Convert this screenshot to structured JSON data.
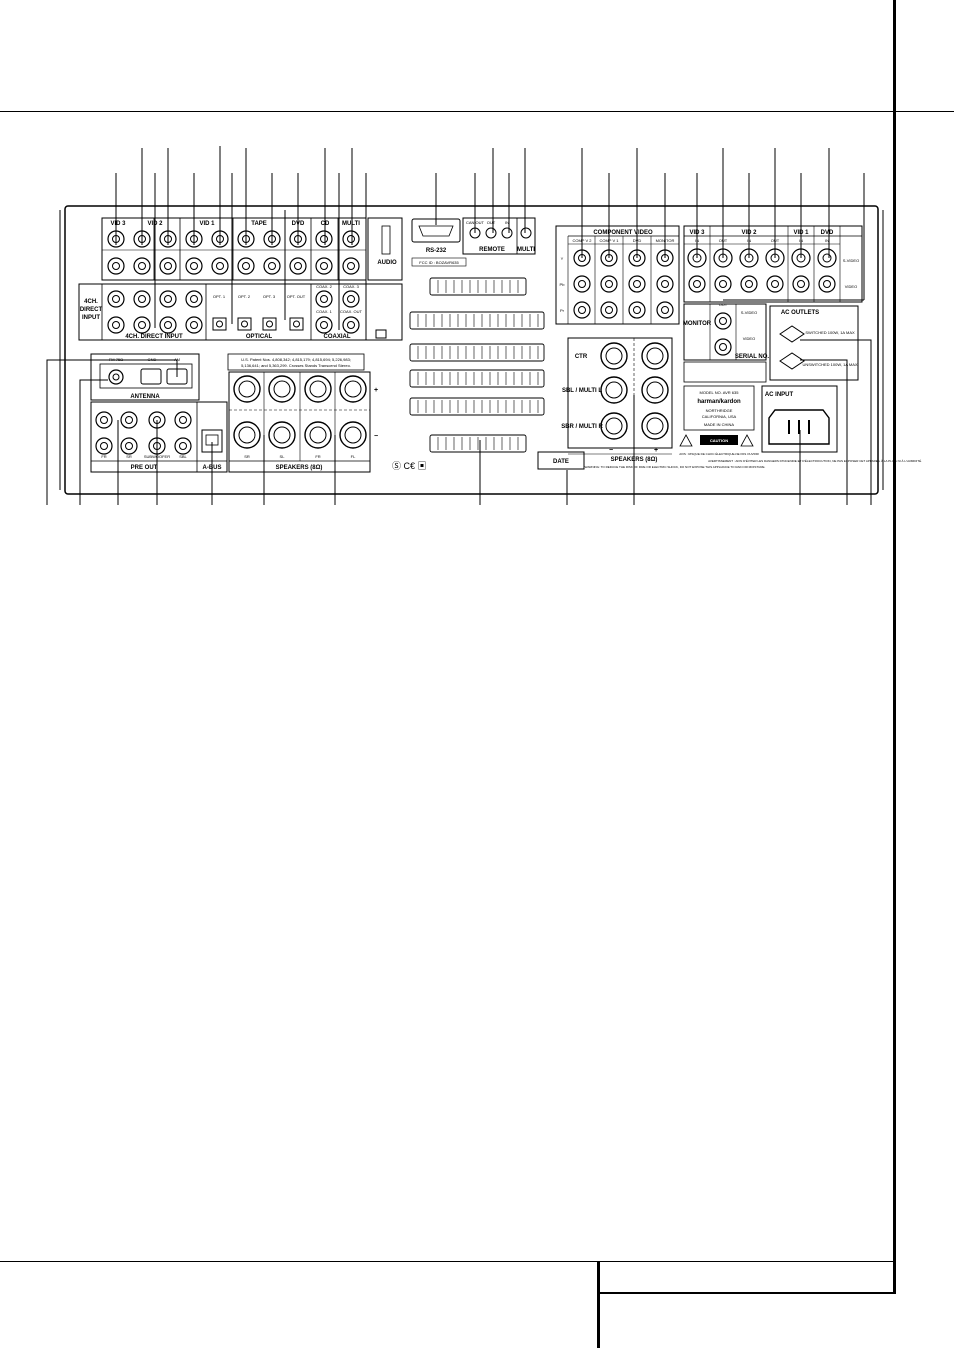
{
  "panel": {
    "audio_groups": [
      "VID 3",
      "VID 2",
      "VID 1",
      "TAPE",
      "DVD",
      "CD",
      "MULTI"
    ],
    "audio_section": "AUDIO",
    "direct_input_label_1": "4CH.",
    "direct_input_label_2": "DIRECT",
    "direct_input_label_3": "INPUT",
    "direct_input_bottom": "4CH. DIRECT INPUT",
    "optical_section": "OPTICAL",
    "optical_ports": [
      "OPT. 1",
      "OPT. 2",
      "OPT. 3",
      "OPT. OUT"
    ],
    "coaxial_section": "COAXIAL",
    "coaxial_ports": [
      "COAX. 2",
      "COAX. 3",
      "COAX. 1",
      "COAX. OUT"
    ],
    "patents_line_1": "U.S. Patent Nos. 4,808,342; 4,815,179; 4,815,694; 5,226,983;",
    "patents_line_2": "5,136,641; and 5,363,299. Crosses Stands Transcend Stereo.",
    "antenna_section": "ANTENNA",
    "antenna_labels": [
      "FM 75Ω",
      "GND",
      "AM"
    ],
    "preout_section": "PRE OUT",
    "preout_labels": [
      "FR",
      "SR",
      "SUBWOOFER",
      "SBL"
    ],
    "abus_label": "A-BUS",
    "speakers_labels": [
      "SR",
      "SL",
      "FR",
      "FL"
    ],
    "speakers_section": "SPEAKERS (8Ω)",
    "plus": "+",
    "minus": "−",
    "rs232_label": "RS-232",
    "fcc_label": "FCC ID : BOZAVR635",
    "remote_section": "REMOTE",
    "remote_ports": [
      "CAN OUT",
      "OUT",
      "IN"
    ],
    "multi_label": "MULTI",
    "component_video_section": "COMPONENT VIDEO",
    "component_video_cols": [
      "COMP V 2",
      "COMP V 1",
      "DVD",
      "MONITOR"
    ],
    "component_rows": [
      "Y",
      "Pb",
      "Pr"
    ],
    "svideo_groups": [
      "VID 3",
      "VID 2",
      "VID 1",
      "DVD"
    ],
    "svideo_sub": [
      "IN",
      "OUT",
      "IN",
      "OUT",
      "IN",
      "IN"
    ],
    "svideo_label": "S-VIDEO",
    "video_label": "VIDEO",
    "monitor_label": "MONITOR",
    "monitor_out": "OUT",
    "serial_label": "SERIAL NO.",
    "ac_outlets_label": "AC OUTLETS",
    "outlet_1": "SWITCHED 100W, 1A MAX",
    "outlet_2": "UNSWITCHED 100W, 1A MAX",
    "center_speakers": [
      "CTR",
      "SBL / MULTI L",
      "SBR / MULTI R"
    ],
    "date_label": "DATE",
    "model_line": "MODEL NO. AVR 635",
    "brand": "harman/kardon",
    "origin_1": "NORTHRIDGE",
    "origin_2": "CALIFORNIA, USA",
    "made_in": "MADE IN CHINA",
    "caution": "CAUTION",
    "avis": "AVIS : RISQUE DE CHOC ÉLECTRIQUE-NE PAS OUVRIR",
    "warning": "WARNING: TO REDUCE THE RISK OF FIRE OR ELECTRIC SHOCK, DO NOT EXPOSE THIS APPLIANCE TO RAIN OR MOISTURE.",
    "ac_input": "AC INPUT",
    "avertissement": "AVERTISSEMENT : AFIN D'ÉVITER LES DANGERS D'INCENDIE ET D'ÉLECTROCUTION, NE PAS EXPOSER CET APPAREIL À LA PLUIE NI À L'HUMIDITÉ."
  }
}
